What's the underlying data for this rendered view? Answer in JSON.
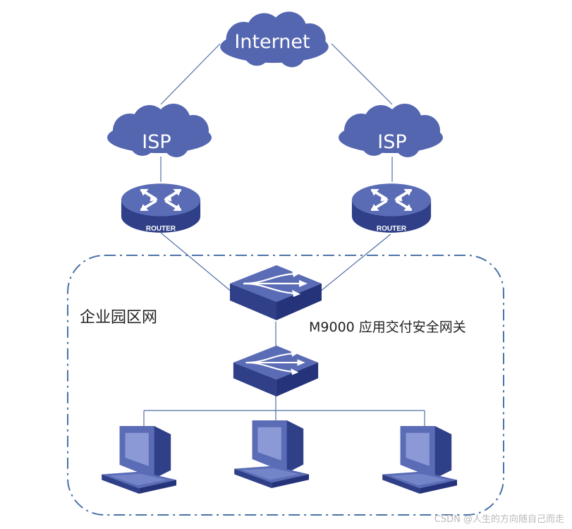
{
  "nodes": {
    "internet": {
      "label": "Internet"
    },
    "isp_left": {
      "label": "ISP"
    },
    "isp_right": {
      "label": "ISP"
    },
    "router_left": {
      "label": "ROUTER"
    },
    "router_right": {
      "label": "ROUTER"
    },
    "gateway": {
      "label": "M9000 应用交付安全网关"
    },
    "campus": {
      "label": "企业园区网"
    }
  },
  "watermark": {
    "text": "CSDN @人生的方向随自己而走"
  },
  "colors": {
    "cloud": "#5466b0",
    "device_top": "#5a6cb6",
    "device_side": "#2f3f88",
    "line": "#4f6fa5",
    "boundary": "#4a72a8"
  },
  "icons": {
    "router": "router-icon",
    "switch": "switch-icon",
    "computer": "computer-icon",
    "cloud": "cloud-icon"
  }
}
